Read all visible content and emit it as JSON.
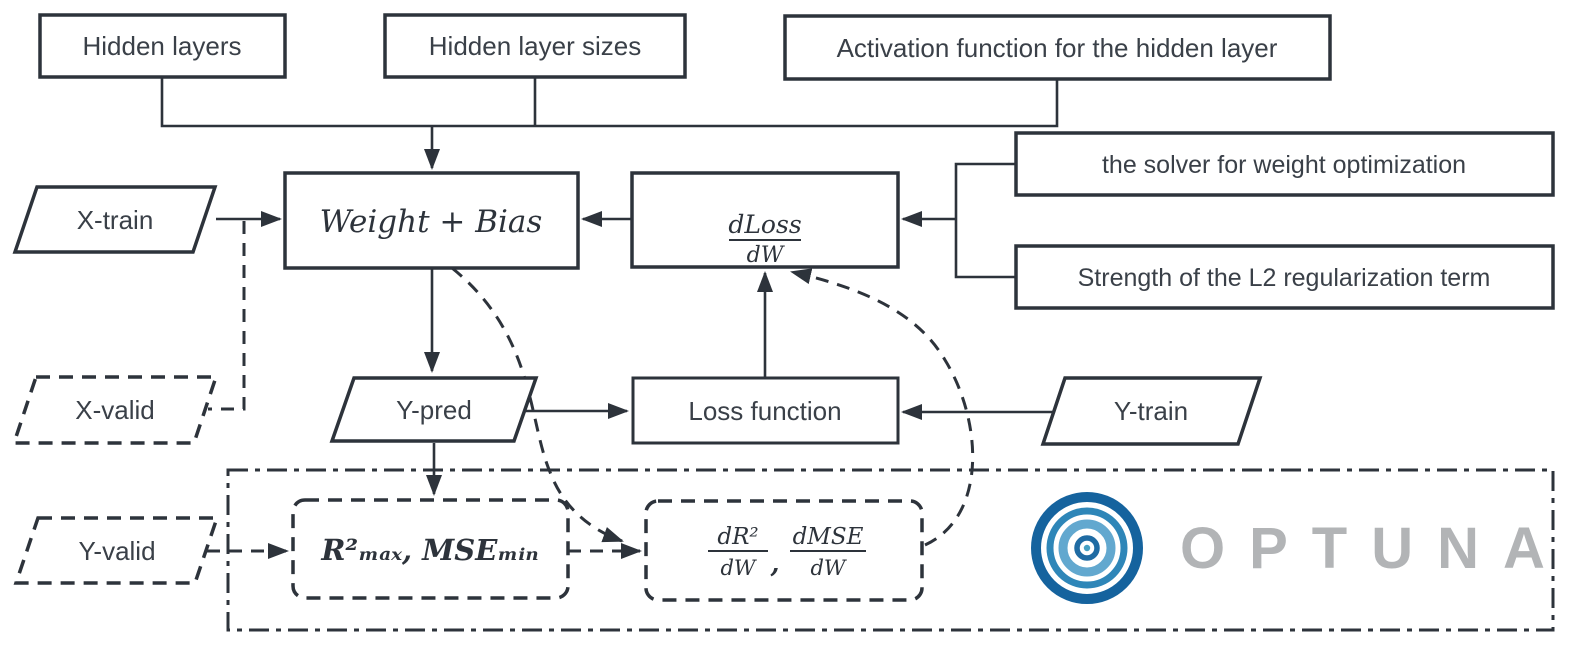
{
  "colors": {
    "stroke": "#2d333b",
    "text": "#3a4048",
    "logo_blue_dark": "#15639e",
    "logo_blue_mid": "#2e86b8",
    "logo_blue_light": "#62a8cf",
    "logo_gray": "#b2b4b6",
    "background": "#ffffff"
  },
  "nodes": {
    "hidden_layers": {
      "label": "Hidden layers"
    },
    "hidden_layer_sizes": {
      "label": "Hidden layer sizes"
    },
    "activation_function": {
      "label": "Activation function for the hidden layer"
    },
    "solver": {
      "label": "the solver for weight optimization"
    },
    "l2_strength": {
      "label": "Strength of the L2 regularization term"
    },
    "weight_bias": {
      "label": "Weight + Bias"
    },
    "dloss_dw": {
      "numerator": "dLoss",
      "denominator": "dW"
    },
    "x_train": {
      "label": "X-train"
    },
    "x_valid": {
      "label": "X-valid"
    },
    "y_pred": {
      "label": "Y-pred"
    },
    "loss_function": {
      "label": "Loss function"
    },
    "y_train": {
      "label": "Y-train"
    },
    "y_valid": {
      "label": "Y-valid"
    },
    "metrics": {
      "label": "R²ₘₐₓ, MSEₘᵢₙ"
    },
    "gradients": {
      "r2_numerator": "dR²",
      "r2_denominator": "dW",
      "separator": ",",
      "mse_numerator": "dMSE",
      "mse_denominator": "dW"
    }
  },
  "logo": {
    "wordmark": "OPTUNA"
  }
}
